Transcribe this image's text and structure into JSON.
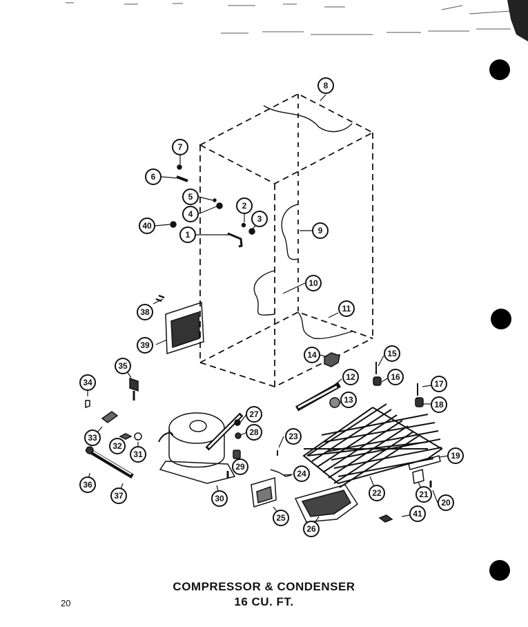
{
  "diagram": {
    "title_line1": "COMPRESSOR & CONDENSER",
    "title_line2": "16 CU. FT.",
    "page_number": "20",
    "callouts": [
      "1",
      "2",
      "3",
      "4",
      "5",
      "6",
      "7",
      "8",
      "9",
      "10",
      "11",
      "12",
      "13",
      "14",
      "15",
      "16",
      "17",
      "18",
      "19",
      "20",
      "21",
      "22",
      "23",
      "24",
      "25",
      "26",
      "27",
      "28",
      "29",
      "30",
      "31",
      "32",
      "33",
      "34",
      "35",
      "36",
      "37",
      "38",
      "39",
      "40",
      "41"
    ]
  }
}
